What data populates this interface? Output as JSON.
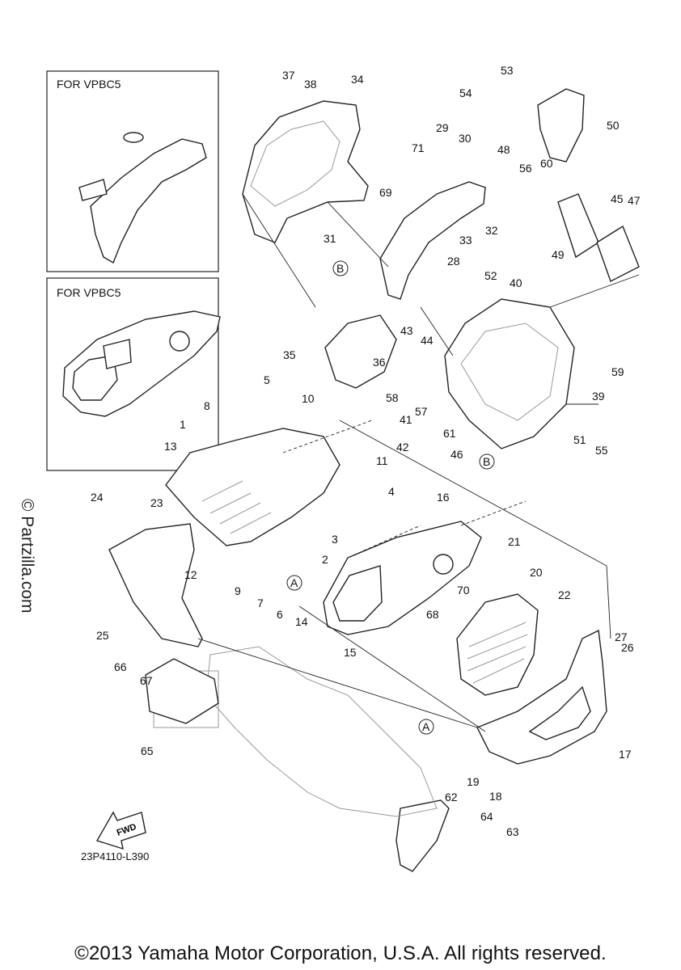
{
  "insets": {
    "top_label": "FOR VPBC5",
    "bottom_label": "FOR VPBC5"
  },
  "watermark": "© Partzilla.com",
  "diagram_code": "23P4110-L390",
  "fwd_label": "FWD",
  "copyright": "©2013 Yamaha Motor Corporation, U.S.A. All rights reserved.",
  "reference_marks": [
    "A",
    "B"
  ],
  "callouts": [
    "1",
    "2",
    "3",
    "4",
    "5",
    "6",
    "7",
    "8",
    "9",
    "10",
    "11",
    "12",
    "13",
    "14",
    "15",
    "16",
    "17",
    "18",
    "19",
    "20",
    "21",
    "22",
    "23",
    "24",
    "25",
    "26",
    "27",
    "28",
    "29",
    "30",
    "31",
    "32",
    "33",
    "34",
    "35",
    "36",
    "37",
    "38",
    "39",
    "40",
    "41",
    "42",
    "43",
    "44",
    "45",
    "46",
    "47",
    "48",
    "49",
    "50",
    "51",
    "52",
    "53",
    "54",
    "55",
    "56",
    "57",
    "58",
    "59",
    "60",
    "61",
    "62",
    "63",
    "64",
    "65",
    "66",
    "67",
    "68",
    "69",
    "70",
    "71"
  ]
}
